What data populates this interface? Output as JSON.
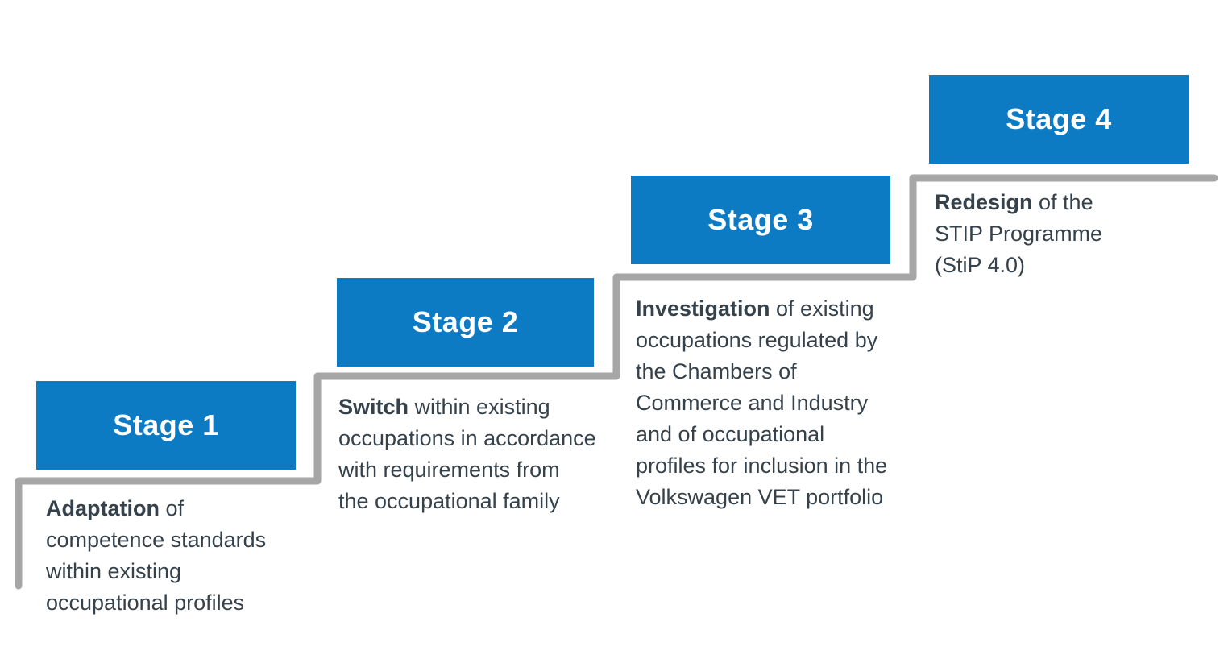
{
  "diagram_title": "",
  "colors": {
    "stage_box_blue": "#0d7ac4",
    "stair_line_gray": "#a6a6a6",
    "body_text": "#36424b",
    "stage_label_text": "#ffffff"
  },
  "stages": [
    {
      "label": "Stage 1",
      "desc_bold": "Adaptation",
      "desc_rest": " of\ncompetence standards\nwithin existing\noccupational profiles"
    },
    {
      "label": "Stage 2",
      "desc_bold": "Switch",
      "desc_rest": " within existing\noccupations in accordance\nwith requirements from\nthe occupational family"
    },
    {
      "label": "Stage 3",
      "desc_bold": "Investigation",
      "desc_rest": " of existing\noccupations regulated by\nthe Chambers of\nCommerce and Industry\nand of occupational\nprofiles for inclusion in the\nVolkswagen VET portfolio"
    },
    {
      "label": "Stage 4",
      "desc_bold": "Redesign",
      "desc_rest": " of the\nSTIP Programme\n(StiP 4.0)"
    }
  ]
}
